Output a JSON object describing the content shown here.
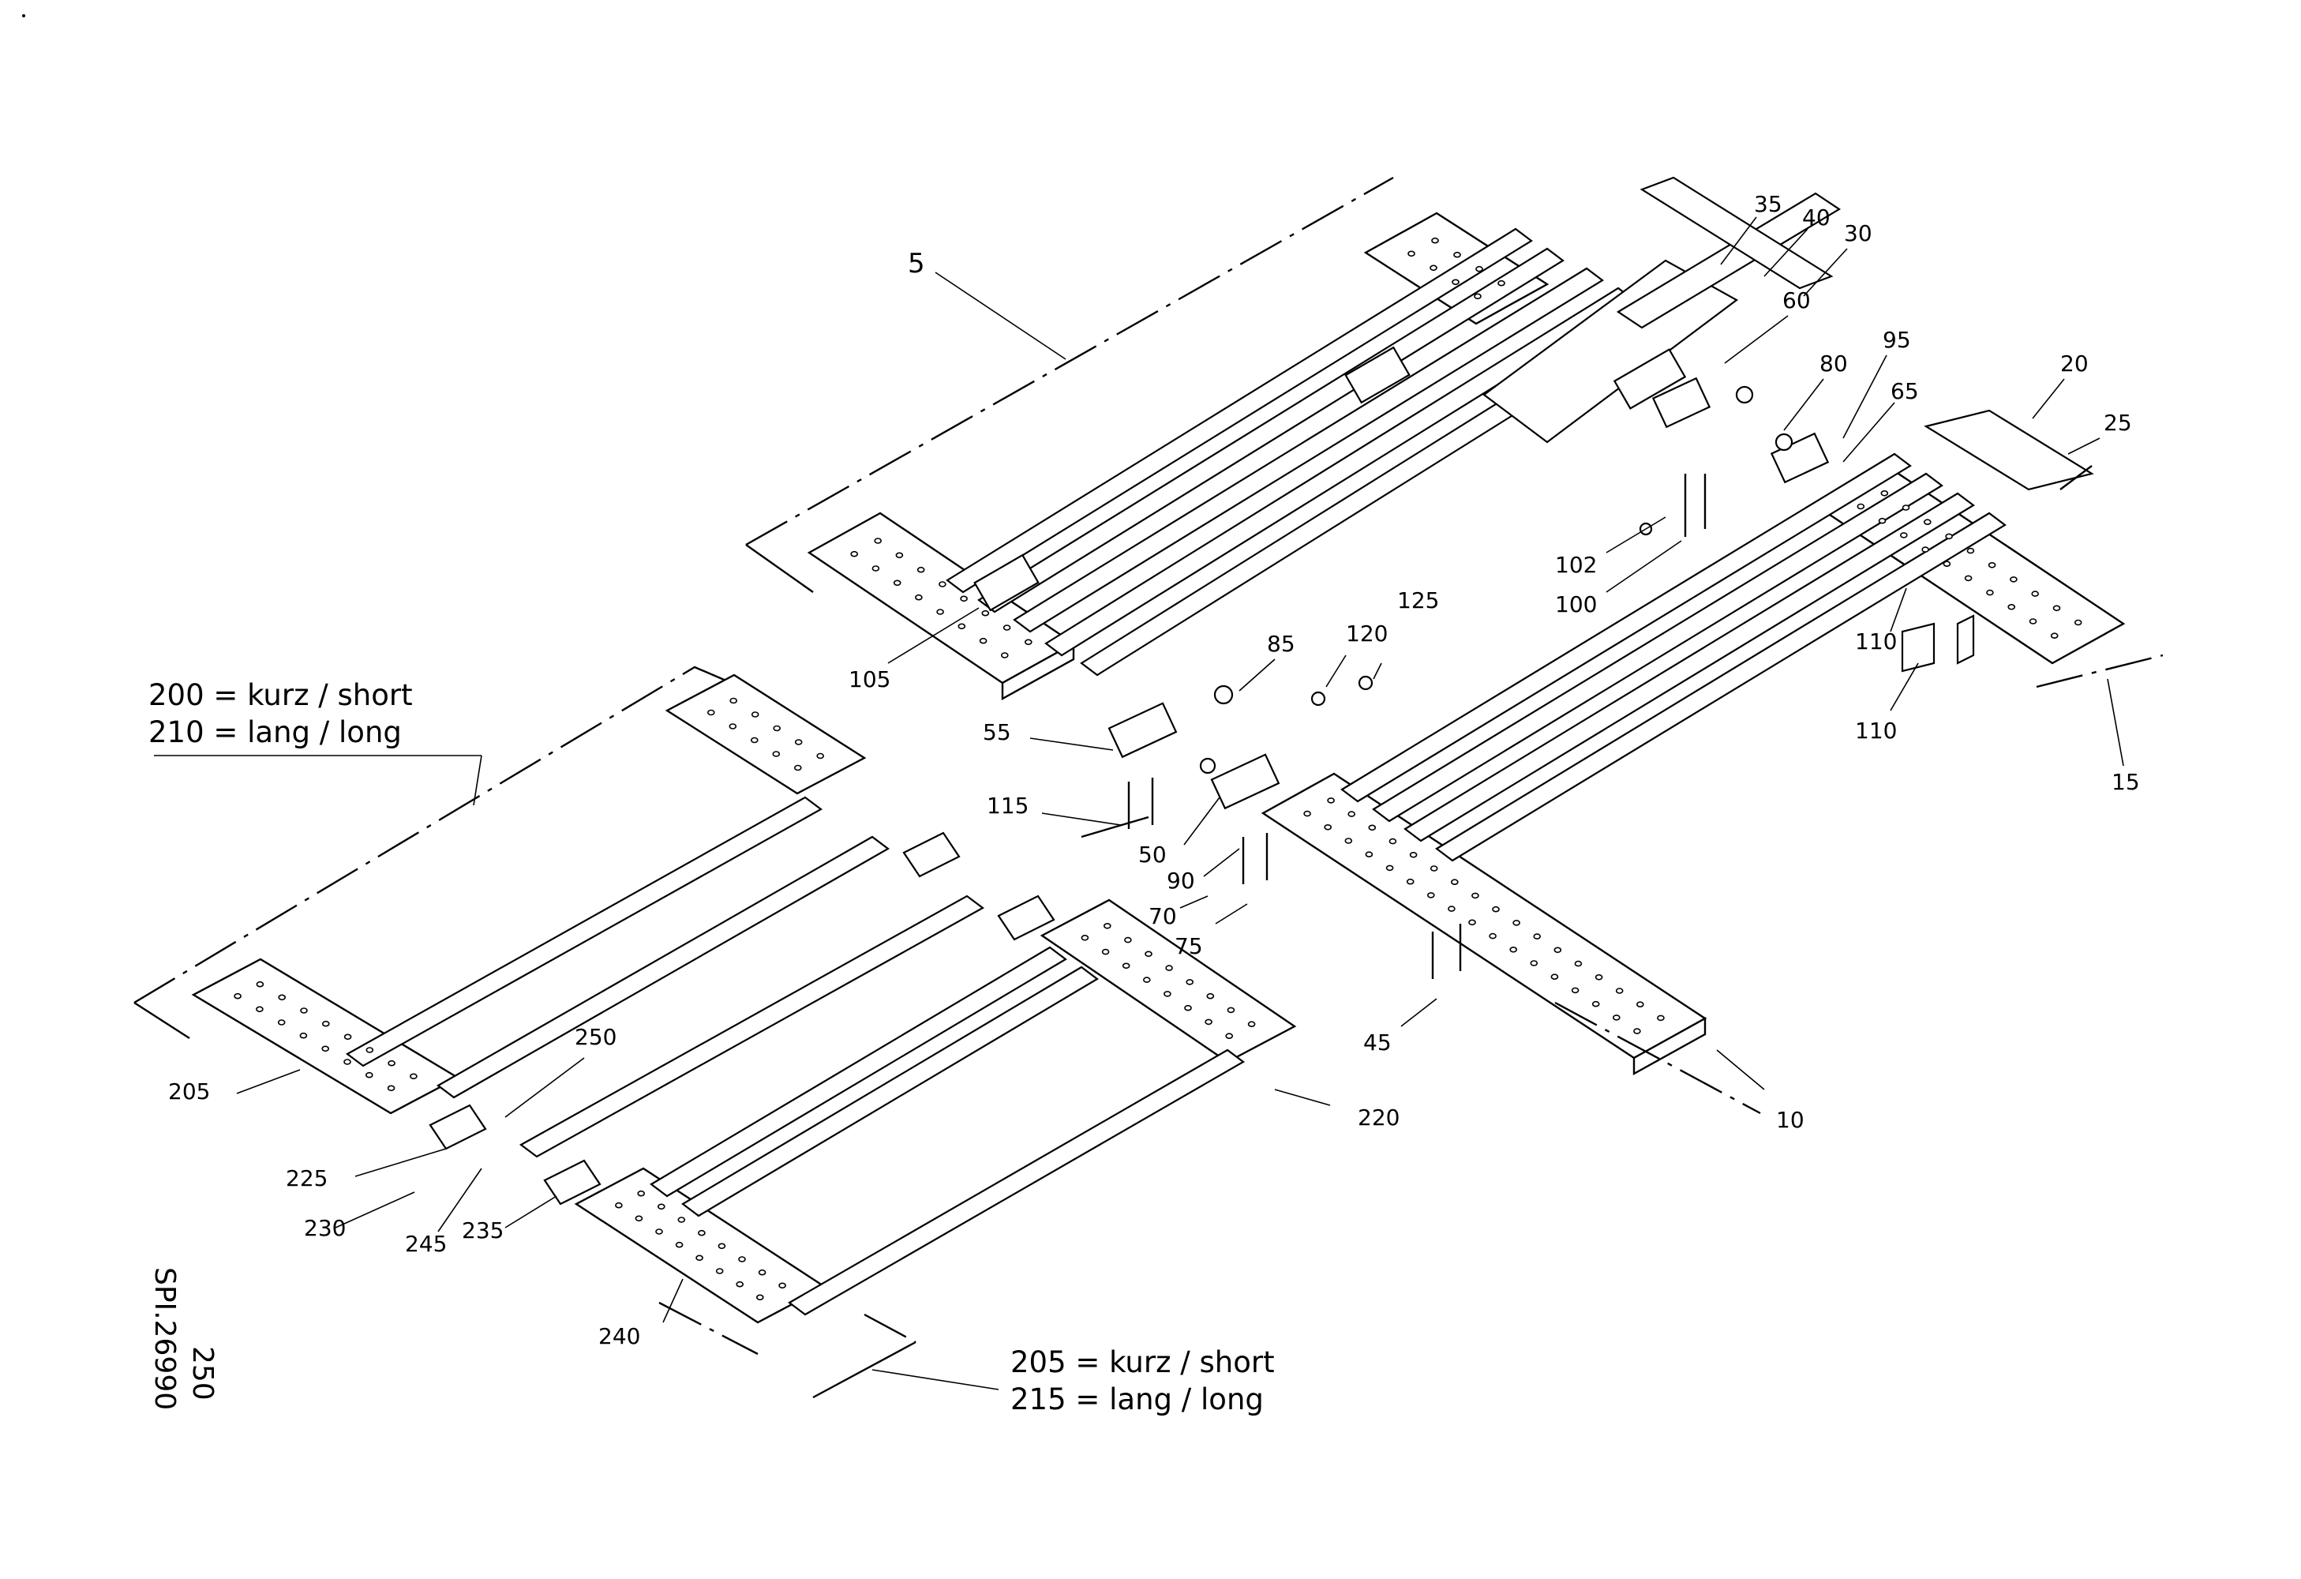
{
  "callouts": [
    "5",
    "35",
    "40",
    "30",
    "60",
    "80",
    "95",
    "65",
    "20",
    "25",
    "102",
    "100",
    "125",
    "120",
    "85",
    "105",
    "55",
    "115",
    "50",
    "90",
    "70",
    "75",
    "110",
    "110",
    "15",
    "45",
    "10",
    "250",
    "205",
    "220",
    "225",
    "230",
    "245",
    "235",
    "240"
  ],
  "legend_top": {
    "line1": "200 = kurz / short",
    "line2": "210 = lang / long"
  },
  "legend_bottom": {
    "line1": "205 = kurz / short",
    "line2": "215 = lang / long"
  },
  "drawing_id": {
    "number": "SPI.26990",
    "sheet": "250"
  }
}
